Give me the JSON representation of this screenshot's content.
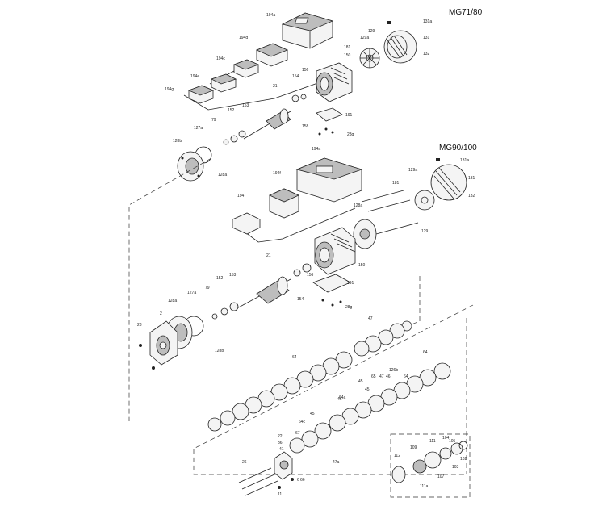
{
  "headings": {
    "mg71": "MG71/80",
    "mg90": "MG90/100"
  },
  "parts_mg71": [
    {
      "id": "mg71-drive-box",
      "label": "194a"
    },
    {
      "id": "mg71-module-d",
      "label": "194d"
    },
    {
      "id": "mg71-module-c",
      "label": "194c"
    },
    {
      "id": "mg71-module-e",
      "label": "194e"
    },
    {
      "id": "mg71-module-g",
      "label": "194g"
    },
    {
      "id": "mg71-screw-top",
      "label": "131a"
    },
    {
      "id": "mg71-fan-cover",
      "label": "131"
    },
    {
      "id": "mg71-fan",
      "label": "129"
    },
    {
      "id": "mg71-fan-b",
      "label": "129a"
    },
    {
      "id": "mg71-cover-screw",
      "label": "132"
    },
    {
      "id": "mg71-bolt",
      "label": "181"
    },
    {
      "id": "mg71-stator",
      "label": "150"
    },
    {
      "id": "mg71-bearing-a",
      "label": "156"
    },
    {
      "id": "mg71-bearing-b",
      "label": "154"
    },
    {
      "id": "mg71-plate",
      "label": "191"
    },
    {
      "id": "mg71-plate-screw",
      "label": "28g"
    },
    {
      "id": "mg71-washer",
      "label": "158"
    },
    {
      "id": "mg71-rotor",
      "label": "21"
    },
    {
      "id": "mg71-ring-a",
      "label": "153"
    },
    {
      "id": "mg71-ring-b",
      "label": "152"
    },
    {
      "id": "mg71-oring-a",
      "label": "79"
    },
    {
      "id": "mg71-oring-b",
      "label": "127a"
    },
    {
      "id": "mg71-oring-c",
      "label": "128a"
    },
    {
      "id": "mg71-flange",
      "label": "128b"
    }
  ],
  "parts_mg90": [
    {
      "id": "mg90-drive-box",
      "label": "194a"
    },
    {
      "id": "mg90-module-f",
      "label": "194f"
    },
    {
      "id": "mg90-module",
      "label": "194"
    },
    {
      "id": "mg90-screw-top",
      "label": "131a"
    },
    {
      "id": "mg90-fan-cover",
      "label": "131"
    },
    {
      "id": "mg90-fan",
      "label": "129"
    },
    {
      "id": "mg90-fan-b",
      "label": "129a"
    },
    {
      "id": "mg90-cover-screw",
      "label": "132"
    },
    {
      "id": "mg90-bolt",
      "label": "181"
    },
    {
      "id": "mg90-endshield",
      "label": "128a"
    },
    {
      "id": "mg90-bearing",
      "label": "156"
    },
    {
      "id": "mg90-stator",
      "label": "150"
    },
    {
      "id": "mg90-plate",
      "label": "191"
    },
    {
      "id": "mg90-plate-screw",
      "label": "28g"
    },
    {
      "id": "mg90-bearing-b",
      "label": "154"
    },
    {
      "id": "mg90-rotor",
      "label": "21"
    },
    {
      "id": "mg90-ring-a",
      "label": "153"
    },
    {
      "id": "mg90-ring-b",
      "label": "152"
    },
    {
      "id": "mg90-oring-a",
      "label": "79"
    },
    {
      "id": "mg90-oring-b",
      "label": "127a"
    },
    {
      "id": "mg90-oring-c",
      "label": "128b"
    },
    {
      "id": "mg90-flange",
      "label": "128a"
    }
  ],
  "parts_pump": [
    {
      "id": "pump-head",
      "label": "2"
    },
    {
      "id": "pump-screw",
      "label": "28"
    },
    {
      "id": "pump-stage-47",
      "label": "47"
    },
    {
      "id": "pump-stage-64",
      "label": "64"
    },
    {
      "id": "pump-stage-64b",
      "label": "64"
    },
    {
      "id": "pump-stage-45",
      "label": "45"
    },
    {
      "id": "pump-stage-47b",
      "label": "47"
    },
    {
      "id": "pump-stage-65",
      "label": "65"
    },
    {
      "id": "pump-stage-45b",
      "label": "45"
    },
    {
      "id": "pump-stage-46",
      "label": "46"
    },
    {
      "id": "pump-impeller",
      "label": "126b"
    },
    {
      "id": "pump-disc",
      "label": "64"
    },
    {
      "id": "pump-disc-b",
      "label": "46"
    },
    {
      "id": "pump-ring",
      "label": "64a"
    },
    {
      "id": "pump-ring-b",
      "label": "45"
    },
    {
      "id": "pump-ring-c",
      "label": "47a"
    },
    {
      "id": "pump-base",
      "label": "64c"
    },
    {
      "id": "pump-base-b",
      "label": "67"
    },
    {
      "id": "pump-base-c",
      "label": "66"
    },
    {
      "id": "pump-foot",
      "label": "22"
    },
    {
      "id": "pump-foot-b",
      "label": "36"
    },
    {
      "id": "pump-foot-c",
      "label": "41"
    },
    {
      "id": "pump-tie-bolt",
      "label": "26"
    },
    {
      "id": "pump-nut",
      "label": "11"
    },
    {
      "id": "pump-nut-b",
      "label": "6"
    }
  ],
  "parts_seal": [
    {
      "id": "seal-109",
      "label": "109"
    },
    {
      "id": "seal-111",
      "label": "111"
    },
    {
      "id": "seal-104",
      "label": "104"
    },
    {
      "id": "seal-112",
      "label": "112"
    },
    {
      "id": "seal-105",
      "label": "105"
    },
    {
      "id": "seal-102",
      "label": "102"
    },
    {
      "id": "seal-103",
      "label": "103"
    },
    {
      "id": "seal-107",
      "label": "107"
    },
    {
      "id": "seal-111a",
      "label": "111a"
    }
  ]
}
